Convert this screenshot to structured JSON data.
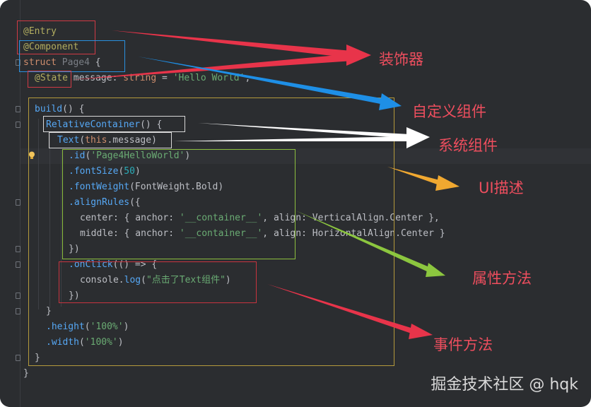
{
  "code_lines": [
    {
      "id": "l1",
      "segments": [
        {
          "t": "@Entry",
          "c": "anno"
        }
      ]
    },
    {
      "id": "l2",
      "segments": [
        {
          "t": "@Component",
          "c": "anno"
        }
      ]
    },
    {
      "id": "l3",
      "segments": [
        {
          "t": "struct ",
          "c": "kw"
        },
        {
          "t": "Page4",
          "c": "muted"
        },
        {
          "t": " {",
          "c": "cls"
        }
      ]
    },
    {
      "id": "l4",
      "segments": [
        {
          "t": "@State",
          "c": "anno"
        },
        {
          "t": " message: ",
          "c": "cls"
        },
        {
          "t": "string",
          "c": "kw"
        },
        {
          "t": " = ",
          "c": "cls"
        },
        {
          "t": "'Hello World'",
          "c": "str"
        },
        {
          "t": ";",
          "c": "cls"
        }
      ]
    },
    {
      "id": "l5",
      "segments": []
    },
    {
      "id": "l6",
      "segments": [
        {
          "t": "build",
          "c": "fn"
        },
        {
          "t": "() {",
          "c": "cls"
        }
      ]
    },
    {
      "id": "l7",
      "segments": [
        {
          "t": "RelativeContainer",
          "c": "fn"
        },
        {
          "t": "() {",
          "c": "cls"
        }
      ]
    },
    {
      "id": "l8",
      "segments": [
        {
          "t": "Text",
          "c": "fn"
        },
        {
          "t": "(",
          "c": "cls"
        },
        {
          "t": "this",
          "c": "kw"
        },
        {
          "t": ".message)",
          "c": "cls"
        }
      ]
    },
    {
      "id": "l9",
      "segments": [
        {
          "t": ".id",
          "c": "fn"
        },
        {
          "t": "(",
          "c": "cls"
        },
        {
          "t": "'Page4HelloWorld'",
          "c": "str"
        },
        {
          "t": ")",
          "c": "cls"
        }
      ]
    },
    {
      "id": "l10",
      "segments": [
        {
          "t": ".fontSize",
          "c": "fn"
        },
        {
          "t": "(",
          "c": "cls"
        },
        {
          "t": "50",
          "c": "num"
        },
        {
          "t": ")",
          "c": "cls"
        }
      ]
    },
    {
      "id": "l11",
      "segments": [
        {
          "t": ".fontWeight",
          "c": "fn"
        },
        {
          "t": "(FontWeight.Bold)",
          "c": "cls"
        }
      ]
    },
    {
      "id": "l12",
      "segments": [
        {
          "t": ".alignRules",
          "c": "fn"
        },
        {
          "t": "({",
          "c": "cls"
        }
      ]
    },
    {
      "id": "l13",
      "segments": [
        {
          "t": "center: { anchor: ",
          "c": "cls"
        },
        {
          "t": "'__container__'",
          "c": "str"
        },
        {
          "t": ", align: VerticalAlign.Center },",
          "c": "cls"
        }
      ]
    },
    {
      "id": "l14",
      "segments": [
        {
          "t": "middle: { anchor: ",
          "c": "cls"
        },
        {
          "t": "'__container__'",
          "c": "str"
        },
        {
          "t": ", align: HorizontalAlign.Center }",
          "c": "cls"
        }
      ]
    },
    {
      "id": "l15",
      "segments": [
        {
          "t": "})",
          "c": "cls"
        }
      ]
    },
    {
      "id": "l16",
      "segments": [
        {
          "t": ".onClick",
          "c": "fn"
        },
        {
          "t": "(() => {",
          "c": "cls"
        }
      ]
    },
    {
      "id": "l17",
      "segments": [
        {
          "t": "console.",
          "c": "cls"
        },
        {
          "t": "log",
          "c": "fn"
        },
        {
          "t": "(",
          "c": "cls"
        },
        {
          "t": "\"点击了Text组件\"",
          "c": "str"
        },
        {
          "t": ")",
          "c": "cls"
        }
      ]
    },
    {
      "id": "l18",
      "segments": [
        {
          "t": "})",
          "c": "cls"
        }
      ]
    },
    {
      "id": "l19",
      "segments": [
        {
          "t": "}",
          "c": "cls"
        }
      ]
    },
    {
      "id": "l20",
      "segments": [
        {
          "t": ".height",
          "c": "fn"
        },
        {
          "t": "(",
          "c": "cls"
        },
        {
          "t": "'100%'",
          "c": "str"
        },
        {
          "t": ")",
          "c": "cls"
        }
      ]
    },
    {
      "id": "l21",
      "segments": [
        {
          "t": ".width",
          "c": "fn"
        },
        {
          "t": "(",
          "c": "cls"
        },
        {
          "t": "'100%'",
          "c": "str"
        },
        {
          "t": ")",
          "c": "cls"
        }
      ]
    },
    {
      "id": "l22",
      "segments": [
        {
          "t": "}",
          "c": "cls"
        }
      ]
    },
    {
      "id": "l23",
      "segments": [
        {
          "t": "}",
          "c": "cls"
        }
      ]
    }
  ],
  "annotations": {
    "decorator": "装饰器",
    "custom_component": "自定义组件",
    "system_component": "系统组件",
    "ui_description": "UI描述",
    "attribute_methods": "属性方法",
    "event_methods": "事件方法"
  },
  "watermark": "掘金技术社区 @ hqk",
  "colors": {
    "editor_bg": "#2b2d30",
    "decorator_arrow": "#e8344a",
    "custom_arrow": "#1e8fe6",
    "system_arrow": "#ffffff",
    "ui_arrow": "#f0a830",
    "attr_arrow": "#8cc63f",
    "event_arrow": "#e8344a",
    "label_red": "#ee4e5e"
  }
}
